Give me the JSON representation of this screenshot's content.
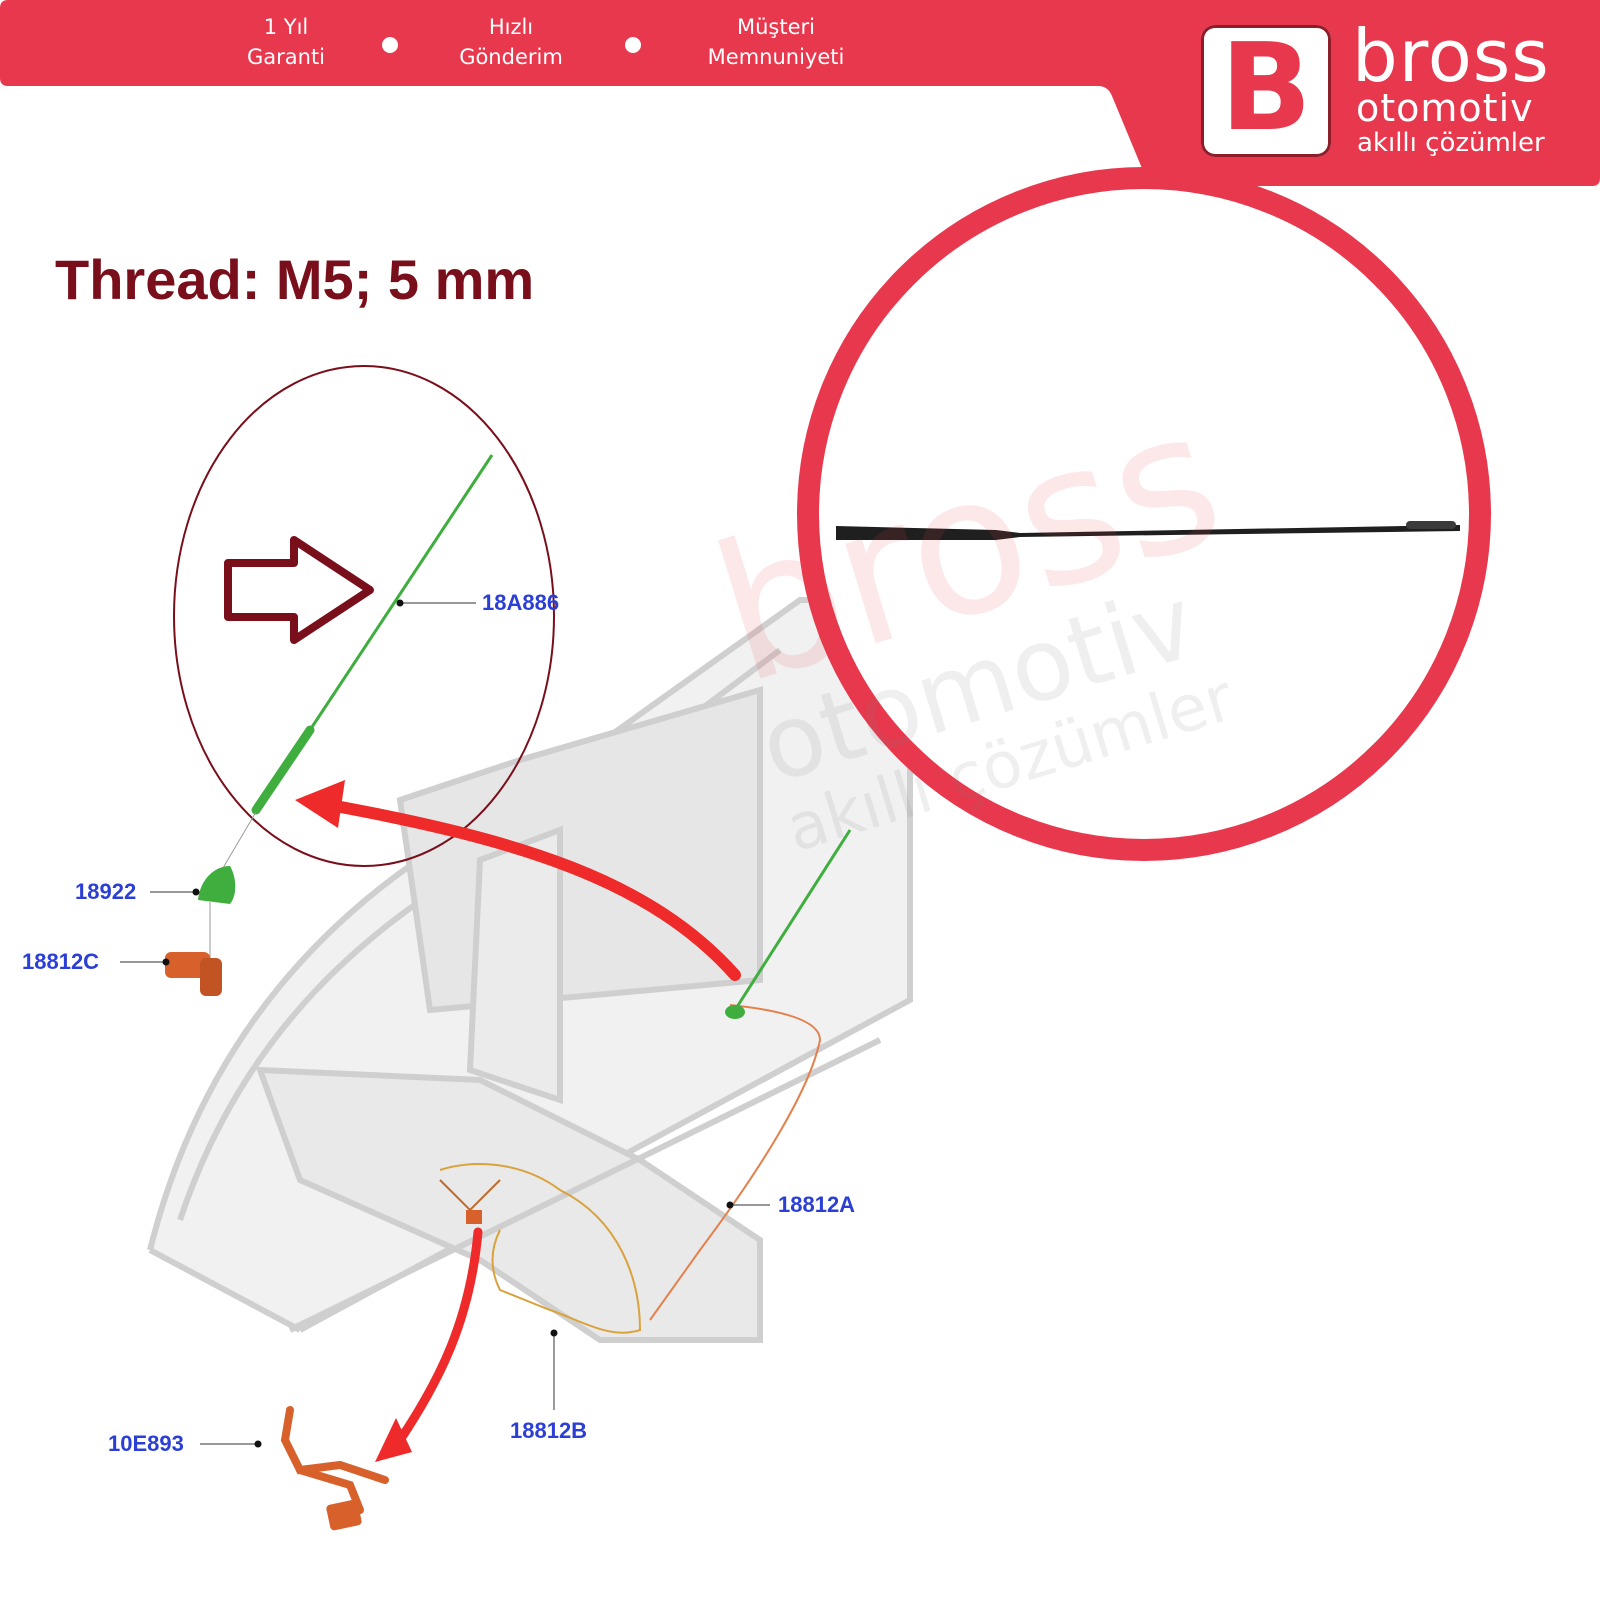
{
  "header": {
    "features": [
      {
        "line1": "1 Yıl",
        "line2": "Garanti"
      },
      {
        "line1": "Hızlı",
        "line2": "Gönderim"
      },
      {
        "line1": "Müşteri",
        "line2": "Memnuniyeti"
      }
    ],
    "accent_color": "#e8384d",
    "dark_accent_color": "#8f1c29"
  },
  "brand": {
    "logo_letter": "B",
    "name": "bross",
    "tagline1": "otomotiv",
    "tagline2": "akıllı çözümler"
  },
  "spec": {
    "thread": "Thread: M5; 5 mm"
  },
  "parts": {
    "antenna_mast": "18A886",
    "antenna_base": "18922",
    "cable_connector": "18812C",
    "cable_18812A": "18812A",
    "cable_18812B": "18812B",
    "harness": "10E893"
  },
  "icons": {
    "pointer": "outline-arrow-right-icon",
    "callout_arrow_1": "curved-arrow-icon",
    "callout_arrow_2": "curved-arrow-down-icon"
  }
}
